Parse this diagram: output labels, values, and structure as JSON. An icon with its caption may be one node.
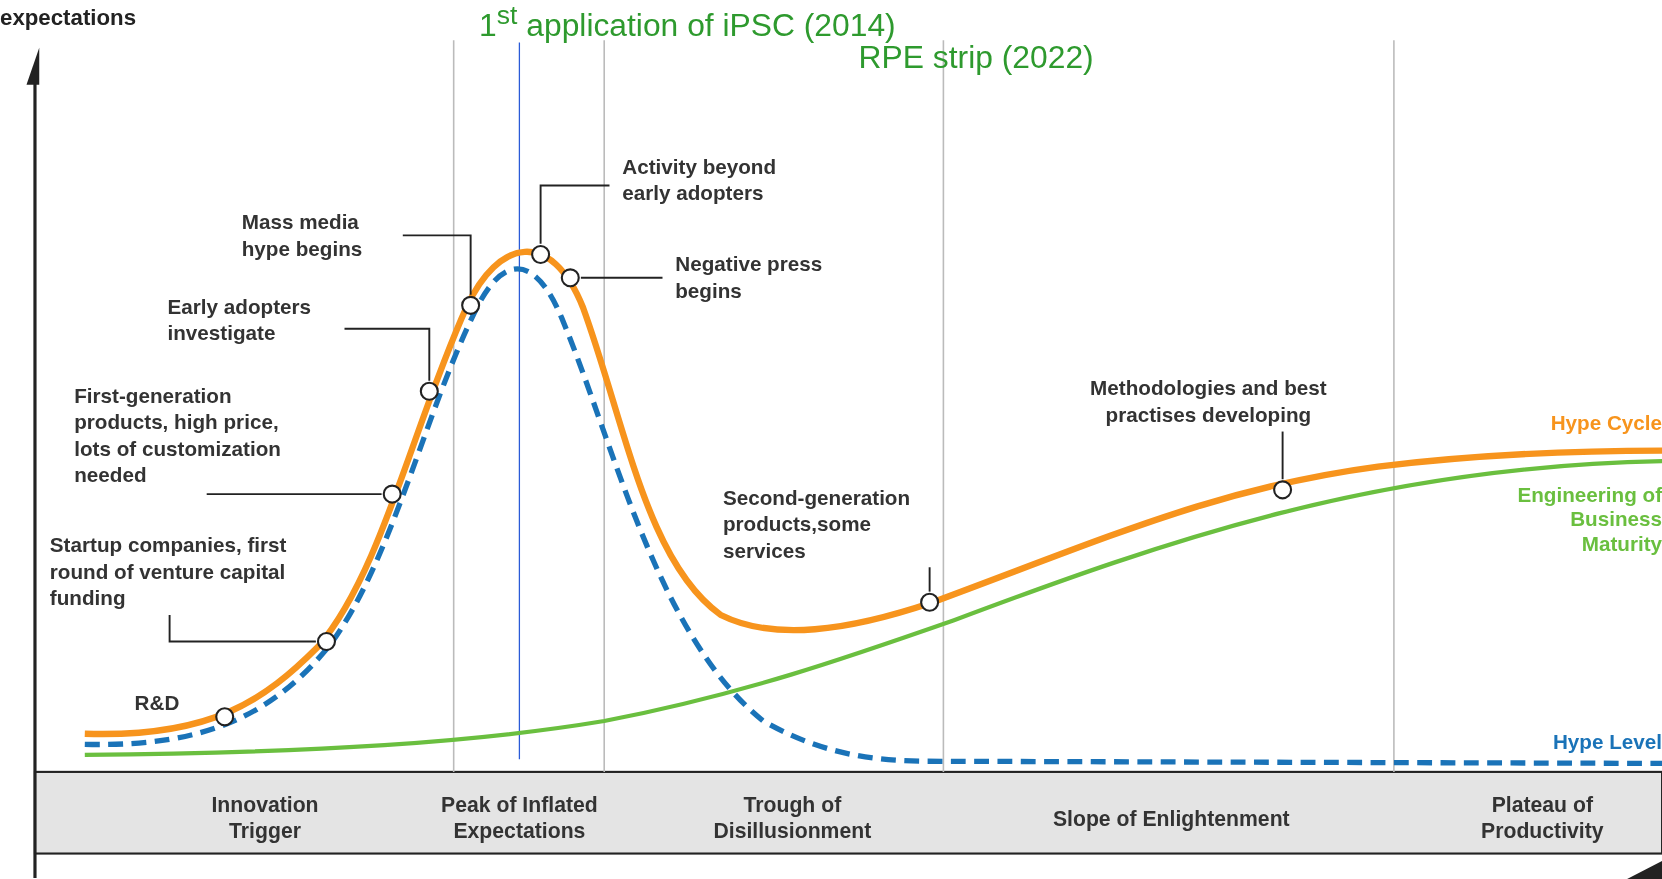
{
  "diagram": {
    "nodes": [
      {
        "text": [
          "Startup companies, first round of venture capital funding"
        ]
      },
      {
        "text": [
          "First-generation products, high price, lots of customization needed"
        ]
      },
      {
        "text": [
          "Early adopters investigate"
        ]
      },
      {
        "text": [
          "Mass media hype begins"
        ]
      },
      {
        "text": [
          "Activity beyond early adopters"
        ]
      },
      {
        "text": [
          "Negative press begins"
        ]
      },
      {
        "text": [
          "Second-generation products,some services"
        ]
      },
      {
        "text": [
          "Methodologies and best practises developing"
        ]
      },
      {
        "text": [],
        "shape": "circle"
      },
      {
        "text": [],
        "shape": "circle"
      },
      {
        "text": [],
        "shape": "circle"
      },
      {
        "text": [],
        "shape": "circle"
      },
      {
        "text": [],
        "shape": "circle"
      },
      {
        "text": [],
        "shape": "circle"
      },
      {
        "text": [],
        "shape": "circle"
      },
      {
        "text": [],
        "shape": "circle"
      },
      {
        "text": [],
        "shape": "circle"
      }
    ],
    "edges": [
      {
        "from": 0,
        "to": 8,
        "arrow": "none"
      },
      {
        "from": 1,
        "to": 9,
        "arrow": "none"
      },
      {
        "from": 2,
        "to": 10,
        "arrow": "none"
      },
      {
        "from": 3,
        "to": 11,
        "arrow": "none"
      },
      {
        "from": 4,
        "to": 12,
        "arrow": "none"
      },
      {
        "from": 5,
        "to": 13,
        "arrow": "none"
      },
      {
        "from": 6,
        "to": 14,
        "arrow": "none"
      },
      {
        "from": 7,
        "to": 15,
        "arrow": "none"
      }
    ],
    "labels": [
      "expectations",
      "1$^{st}$ application of iPSC (2014)",
      "RPE strip (2022)",
      "R&D",
      "Hype Cycle",
      "Engineering of Business Maturity",
      "Hype Level",
      "Innovation Trigger",
      "Peak of Inflated Expectations",
      "Trough of Disillusionment",
      "Slope of Enlightenment",
      "Plateau of Productivity"
    ]
  }
}
